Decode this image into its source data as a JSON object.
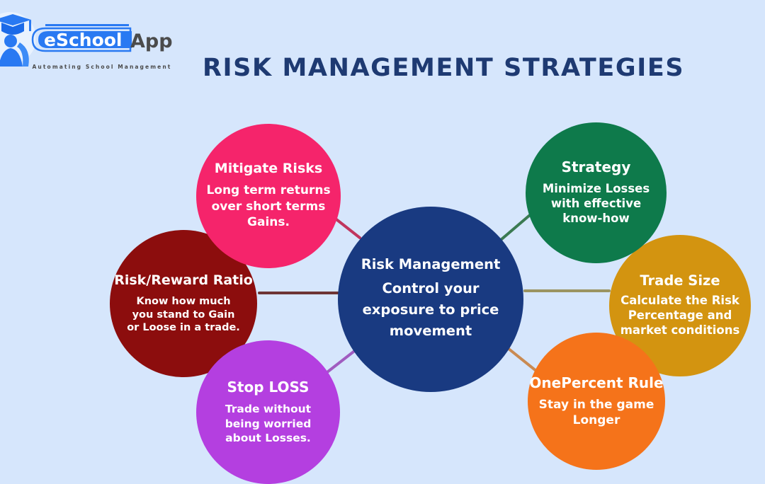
{
  "brand": {
    "logo_word_primary": "eSchool",
    "logo_word_secondary": "App",
    "tagline": "Automating School Management",
    "logo_blue": "#2979f2",
    "logo_dark": "#4b4b4b"
  },
  "page": {
    "title": "RISK MANAGEMENT STRATEGIES",
    "title_color": "#1e3a72",
    "background_color": "#d6e6fc"
  },
  "diagram": {
    "type": "hub-and-spoke",
    "center": {
      "title": "Risk Management",
      "description": "Control your exposure to price movement",
      "color": "#193a81"
    },
    "nodes": [
      {
        "id": "mitigate-risks",
        "title": "Mitigate Risks",
        "description": "Long term returns over short terms Gains.",
        "color": "#f5246b",
        "connector_color": "#c0355e",
        "position": "upper-left"
      },
      {
        "id": "risk-reward-ratio",
        "title": "Risk/Reward Ratio",
        "description": "Know how much you stand to Gain or Loose in a trade.",
        "color": "#8c0d0d",
        "connector_color": "#6e3434",
        "position": "left"
      },
      {
        "id": "stop-loss",
        "title": "Stop LOSS",
        "description": "Trade without being worried about Losses.",
        "color": "#b43fe0",
        "connector_color": "#a05cc0",
        "position": "lower-left"
      },
      {
        "id": "strategy",
        "title": "Strategy",
        "description": "Minimize Losses with effective know-how",
        "color": "#0e7a4b",
        "connector_color": "#3b7a52",
        "position": "upper-right"
      },
      {
        "id": "trade-size",
        "title": "Trade Size",
        "description": "Calculate the Risk Percentage and market conditions",
        "color": "#d39410",
        "connector_color": "#9b9461",
        "position": "right"
      },
      {
        "id": "one-percent-rule",
        "title": "OnePercent Rule",
        "description": "Stay in the game Longer",
        "color": "#f5731a",
        "connector_color": "#c98a52",
        "position": "lower-right"
      }
    ]
  }
}
